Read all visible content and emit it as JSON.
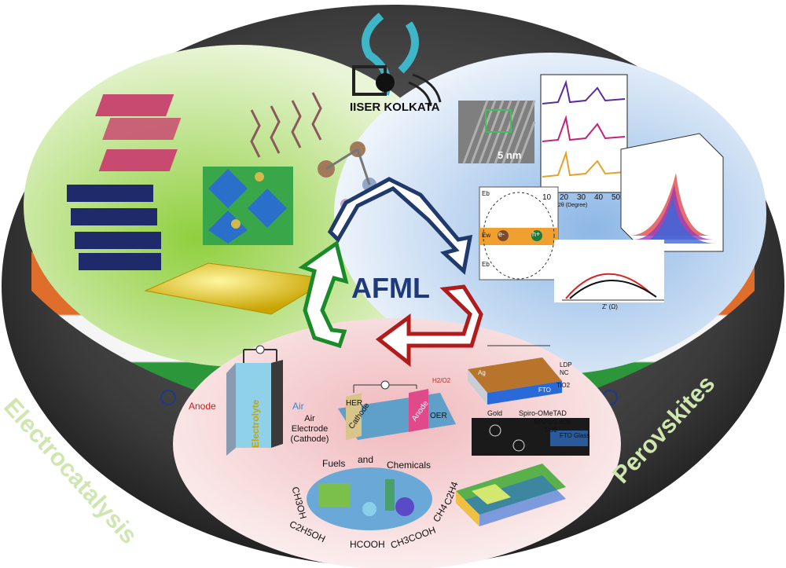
{
  "logo": {
    "text": "IISER KOLKATA"
  },
  "center": {
    "title": "AFML"
  },
  "arcs": {
    "left": "Electrocatalysis",
    "right": "Perovskites"
  },
  "blue_panel": {
    "scale_bar": "5 nm",
    "xrd_axis_ticks": [
      "10",
      "20",
      "30",
      "40",
      "50"
    ],
    "xrd_axis_label": "2θ (Degree)",
    "band_labels": [
      "Eb",
      "Ew",
      "Eb"
    ],
    "carriers": {
      "electron": "e-",
      "hole": "h+"
    },
    "nyquist_axis_label": "Z' (Ω)"
  },
  "pink_panel": {
    "zinc_air": {
      "anode": "Anode",
      "electrolyte": "Electrolyte",
      "air": "Air",
      "electrode": "Air Electrode (Cathode)"
    },
    "water_split": {
      "her": "HER",
      "cathode": "Cathode",
      "anode": "Anode",
      "oer": "OER",
      "gas": "H2/O2"
    },
    "products": {
      "title_words": [
        "Fuels",
        "and",
        "Chemicals"
      ],
      "molecules": [
        "CH3OH",
        "C2H5OH",
        "HCOOH",
        "CH3COOH",
        "CH4",
        "C2H4"
      ]
    },
    "ldp_device": {
      "ag": "Ag",
      "ldp": "LDP",
      "nc": "NC",
      "fto": "FTO",
      "tio2": "TiO2"
    },
    "solar_cell": {
      "gold": "Gold",
      "htm": "Spiro-OMeTAD",
      "absorber": "MAPbI3-xClx",
      "tio2": "TiO2",
      "fto": "FTO",
      "glass": "Glass"
    }
  },
  "colors": {
    "ring": "#3d3d3d",
    "green_panel": "#bfe08a",
    "blue_panel": "#b9d3ef",
    "pink_panel": "#f3d2d4",
    "arrow_blue": "#1f3a6b",
    "arrow_red": "#b01c1c",
    "arrow_green": "#1a8a2a",
    "title": "#1f3a7a"
  }
}
